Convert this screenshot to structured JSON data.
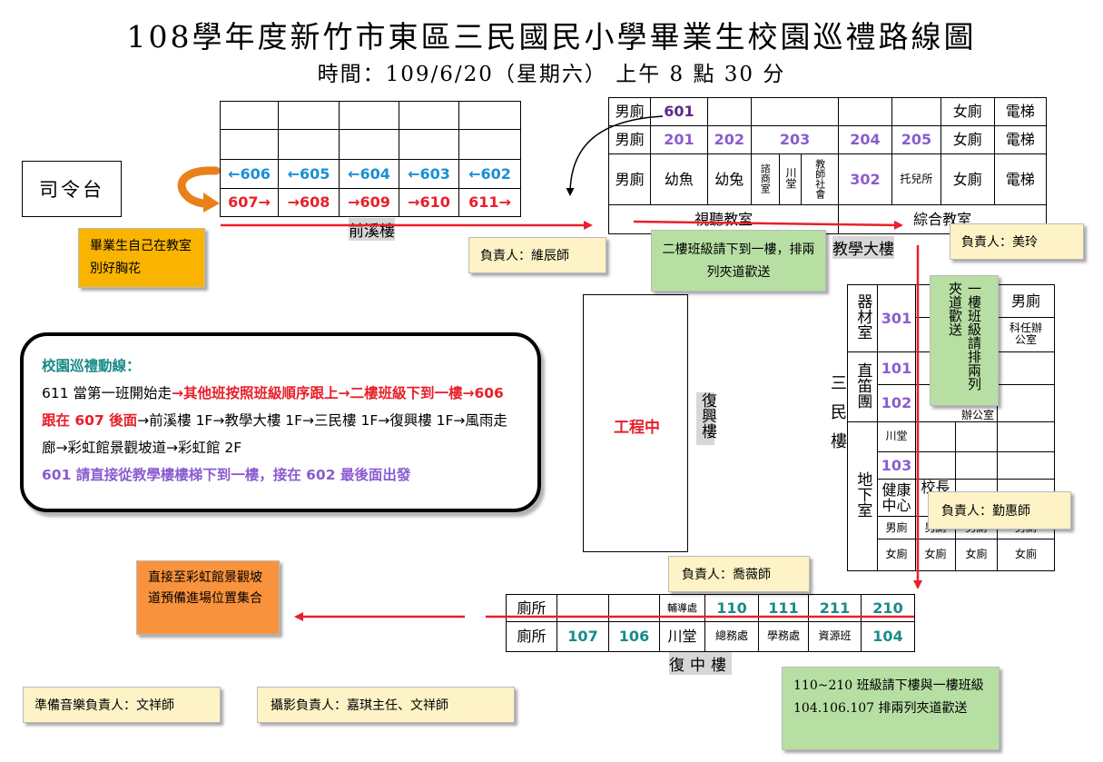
{
  "title": "108學年度新竹市東區三民國民小學畢業生校園巡禮路線圖",
  "subtitle": "時間：109/6/20（星期六） 上午 8 點 30 分",
  "stage": "司令台",
  "front_building": {
    "name": "前溪樓",
    "row3": [
      "←606",
      "←605",
      "←604",
      "←603",
      "←602"
    ],
    "row4": [
      "607→",
      "→608",
      "→609",
      "→610",
      "611→"
    ]
  },
  "teaching_building": {
    "name": "教學大樓",
    "row1": [
      "男廁",
      "601",
      "女廁",
      "電梯"
    ],
    "row2": [
      "男廁",
      "201",
      "202",
      "203",
      "204",
      "205",
      "女廁",
      "電梯"
    ],
    "row3": [
      "男廁",
      "幼魚",
      "幼兔",
      "諮商室",
      "川堂",
      "教師社會",
      "302",
      "托兒所",
      "女廁",
      "電梯"
    ],
    "row4": [
      "視聽教室",
      "綜合教室"
    ]
  },
  "fuxing_building": {
    "name": "復興樓",
    "center": "工程中"
  },
  "sanmin_building": {
    "name": "三民樓",
    "equip": "器材室",
    "flute": "直笛團",
    "basement": "地下室",
    "rooms": [
      "301",
      "101",
      "102",
      "103"
    ],
    "office1": "科任辦公室",
    "office2": "辦公室",
    "hall": "川堂",
    "health": "健康中心",
    "principal": "校長",
    "mens": "男廁",
    "womens": "女廁"
  },
  "fuzhong_building": {
    "name": "復中樓",
    "row1": [
      "廁所",
      "輔導處",
      "110",
      "111",
      "211",
      "210"
    ],
    "row2": [
      "廁所",
      "107",
      "106",
      "川堂",
      "總務處",
      "學務處",
      "資源班",
      "104"
    ]
  },
  "notes": {
    "corsage": "畢業生自己在教室別好胸花",
    "weichen": "負責人：維辰師",
    "second_floor": "二樓班級請下到一樓，排兩列夾道歡送",
    "meiling": "負責人：美玲",
    "first_floor": "一樓班級請排兩列夾道歡送",
    "qinhui": "負責人：勤惠師",
    "qiaowei": "負責人：喬薇師",
    "rainbow": "直接至彩虹館景觀坡道預備進場位置集合",
    "fuzhong_note": "110~210 班級請下樓與一樓班級 104.106.107 排兩列夾道歡送",
    "music": "準備音樂負責人：文祥師",
    "photo": "攝影負責人：嘉琪主任、文祥師"
  },
  "route": {
    "heading": "校園巡禮動線：",
    "p1": "611 當第一班開始走",
    "p2": "→其他班按照班級順序跟上→二樓班級下到一樓→606 跟在 607 後面",
    "p3": "→前溪樓 1F→教學大樓 1F→三民樓 1F→復興樓 1F→風雨走廊→彩虹館景觀坡道→彩虹館 2F",
    "p4": "601 請直接從教學樓樓梯下到一樓，接在 602 最後面出發"
  },
  "colors": {
    "route_red": "#e8202a",
    "blue": "#1a8fd6",
    "purple": "#8a5cd0",
    "green_note": "#b7dfa3",
    "yellow_note": "#fdf3c6",
    "orange_note": "#f9923c"
  }
}
